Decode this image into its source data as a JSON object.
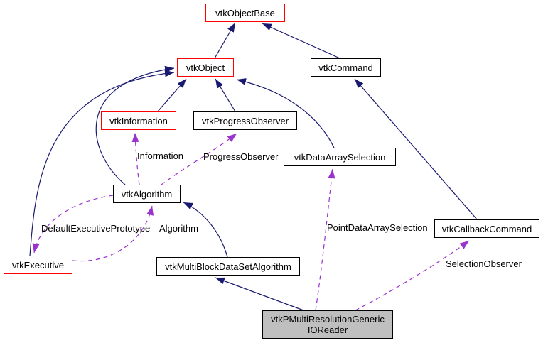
{
  "diagram": {
    "type": "class-collaboration-graph",
    "colors": {
      "inheritance_edge": "#191970",
      "usage_edge": "#9a32cd",
      "highlight_border": "#ff0000",
      "node_border": "#000000",
      "main_node_fill": "#bfbfbf",
      "background": "#ffffff"
    },
    "nodes": [
      {
        "id": "vtkObjectBase",
        "label": "vtkObjectBase",
        "style": "red"
      },
      {
        "id": "vtkObject",
        "label": "vtkObject",
        "style": "red"
      },
      {
        "id": "vtkCommand",
        "label": "vtkCommand",
        "style": "black"
      },
      {
        "id": "vtkInformation",
        "label": "vtkInformation",
        "style": "red"
      },
      {
        "id": "vtkProgressObserver",
        "label": "vtkProgressObserver",
        "style": "black"
      },
      {
        "id": "vtkDataArraySelection",
        "label": "vtkDataArraySelection",
        "style": "black"
      },
      {
        "id": "vtkAlgorithm",
        "label": "vtkAlgorithm",
        "style": "black"
      },
      {
        "id": "vtkExecutive",
        "label": "vtkExecutive",
        "style": "red"
      },
      {
        "id": "vtkMultiBlockDataSetAlgorithm",
        "label": "vtkMultiBlockDataSetAlgorithm",
        "style": "black"
      },
      {
        "id": "vtkCallbackCommand",
        "label": "vtkCallbackCommand",
        "style": "black"
      },
      {
        "id": "vtkPMultiResolutionGenericIOReader",
        "label": "vtkPMultiResolutionGeneric\nIOReader",
        "style": "gray-main"
      }
    ],
    "edges": [
      {
        "from": "vtkObject",
        "to": "vtkObjectBase",
        "type": "inheritance",
        "label": ""
      },
      {
        "from": "vtkCommand",
        "to": "vtkObjectBase",
        "type": "inheritance",
        "label": ""
      },
      {
        "from": "vtkInformation",
        "to": "vtkObject",
        "type": "inheritance",
        "label": ""
      },
      {
        "from": "vtkProgressObserver",
        "to": "vtkObject",
        "type": "inheritance",
        "label": ""
      },
      {
        "from": "vtkDataArraySelection",
        "to": "vtkObject",
        "type": "inheritance",
        "label": ""
      },
      {
        "from": "vtkAlgorithm",
        "to": "vtkObject",
        "type": "inheritance",
        "label": ""
      },
      {
        "from": "vtkExecutive",
        "to": "vtkObject",
        "type": "inheritance",
        "label": ""
      },
      {
        "from": "vtkCallbackCommand",
        "to": "vtkCommand",
        "type": "inheritance",
        "label": ""
      },
      {
        "from": "vtkMultiBlockDataSetAlgorithm",
        "to": "vtkAlgorithm",
        "type": "inheritance",
        "label": ""
      },
      {
        "from": "vtkPMultiResolutionGenericIOReader",
        "to": "vtkMultiBlockDataSetAlgorithm",
        "type": "inheritance",
        "label": ""
      },
      {
        "from": "vtkAlgorithm",
        "to": "vtkInformation",
        "type": "usage",
        "label": "Information"
      },
      {
        "from": "vtkAlgorithm",
        "to": "vtkProgressObserver",
        "type": "usage",
        "label": "ProgressObserver"
      },
      {
        "from": "vtkAlgorithm",
        "to": "vtkExecutive",
        "type": "usage",
        "label": "DefaultExecutivePrototype"
      },
      {
        "from": "vtkExecutive",
        "to": "vtkAlgorithm",
        "type": "usage",
        "label": "Algorithm"
      },
      {
        "from": "vtkPMultiResolutionGenericIOReader",
        "to": "vtkDataArraySelection",
        "type": "usage",
        "label": "PointDataArraySelection"
      },
      {
        "from": "vtkPMultiResolutionGenericIOReader",
        "to": "vtkCallbackCommand",
        "type": "usage",
        "label": "SelectionObserver"
      }
    ]
  }
}
